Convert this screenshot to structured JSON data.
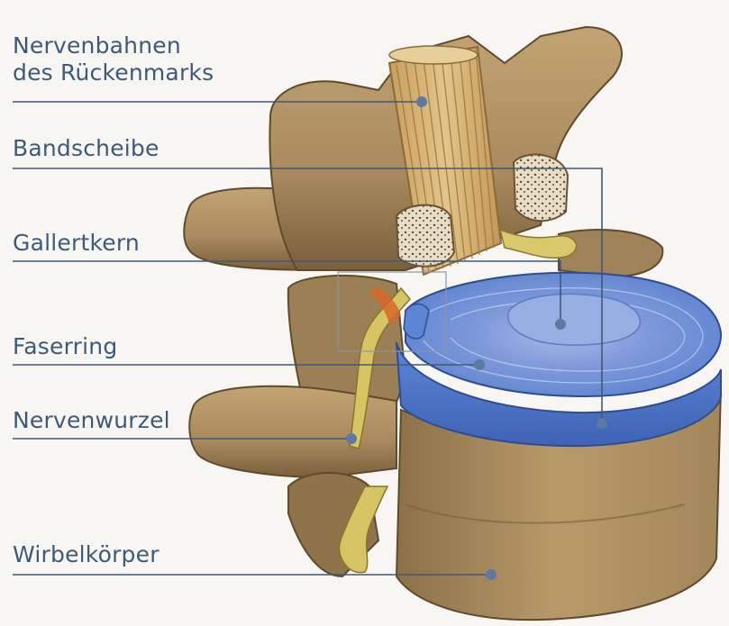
{
  "labels": {
    "spinal_nerve_tracts": [
      "Nervenbahnen",
      "des Rückenmarks"
    ],
    "intervertebral_disc": "Bandscheibe",
    "nucleus_pulposus": "Gallertkern",
    "annulus_fibrosus": "Faserring",
    "nerve_root": "Nervenwurzel",
    "vertebral_body": "Wirbelkörper"
  },
  "colors": {
    "label_text": "#3e5a79",
    "leader_line": "#3e5a79",
    "marker_dot": "#5e79a0",
    "bone": "#a88a5e",
    "bone_dark": "#6f5636",
    "bone_light": "#c9ac7c",
    "spinal_cord": "#d9b878",
    "disc_outer": "#4f7ad1",
    "disc_top": "#6c8fd9",
    "nucleus": "#8aa6e0",
    "nerve": "#d7c769",
    "inflamed": "#d9662b"
  }
}
